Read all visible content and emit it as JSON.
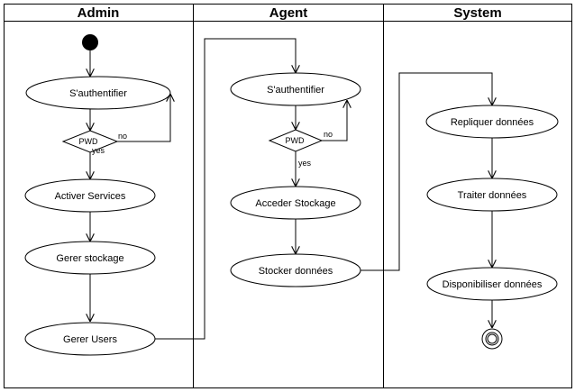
{
  "lanes": {
    "admin": "Admin",
    "agent": "Agent",
    "system": "System"
  },
  "admin": {
    "authenticate": "S'authentifier",
    "decision": "PWD",
    "no_label": "no",
    "yes_label": "yes",
    "activate_services": "Activer Services",
    "manage_storage": "Gerer stockage",
    "manage_users": "Gerer Users"
  },
  "agent": {
    "authenticate": "S'authentifier",
    "decision": "PWD",
    "no_label": "no",
    "yes_label": "yes",
    "access_storage": "Acceder Stockage",
    "store_data": "Stocker données"
  },
  "system": {
    "replicate_data": "Repliquer données",
    "process_data": "Traiter données",
    "make_available": "Disponibiliser données"
  }
}
